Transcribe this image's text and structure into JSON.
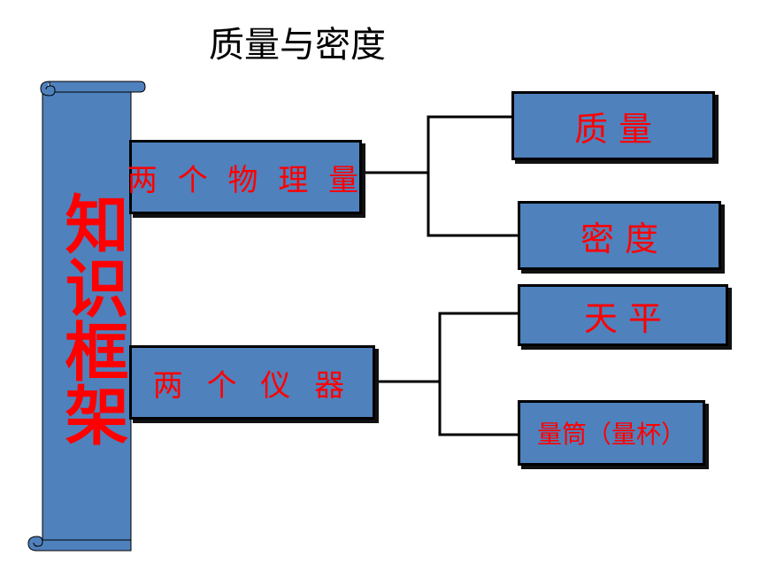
{
  "title": "质量与密度",
  "scroll": {
    "text": "知识框架"
  },
  "branches": {
    "quantities": {
      "label": "两 个 物 理 量",
      "children": {
        "mass": "质   量",
        "density": "密   度"
      }
    },
    "instruments": {
      "label": "两  个  仪 器",
      "children": {
        "balance": "天   平",
        "cylinder": "量筒（量杯）"
      }
    }
  },
  "colors": {
    "box_fill": "#4f81bd",
    "box_text": "#ff0000",
    "scroll_text": "#ff0000"
  }
}
